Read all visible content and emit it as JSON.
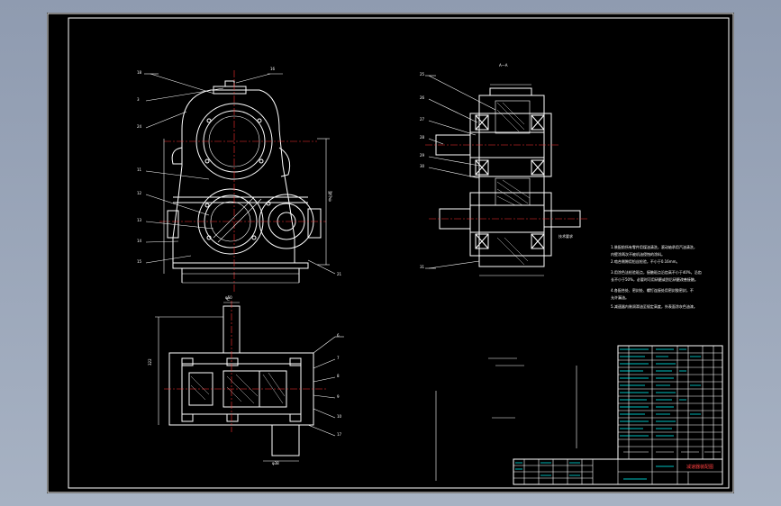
{
  "drawing": {
    "section_label": "A—A",
    "notes_title": "技术要求",
    "notes": [
      "1.装配前所有零件用煤油清洗，滚动轴承用汽油清洗，",
      "  内壁涂两次不被机油侵蚀的涂料。",
      "2.啮合侧隙用铅丝检验，不小于0.16mm。",
      "3.用涂色法检验斑点，接触斑点沿齿高不小于40%，沿齿",
      "  长不小于50%，必要时可用研磨或刮后研磨改善接触。",
      "4.各配合处、密封处、螺钉连接处用密封胶密封，不",
      "  允许漏油。",
      "5.减速器内装润滑油至规定高度，外表面涂灰色油漆。"
    ],
    "title_block": {
      "drawing_name": "减速器装配图"
    }
  }
}
